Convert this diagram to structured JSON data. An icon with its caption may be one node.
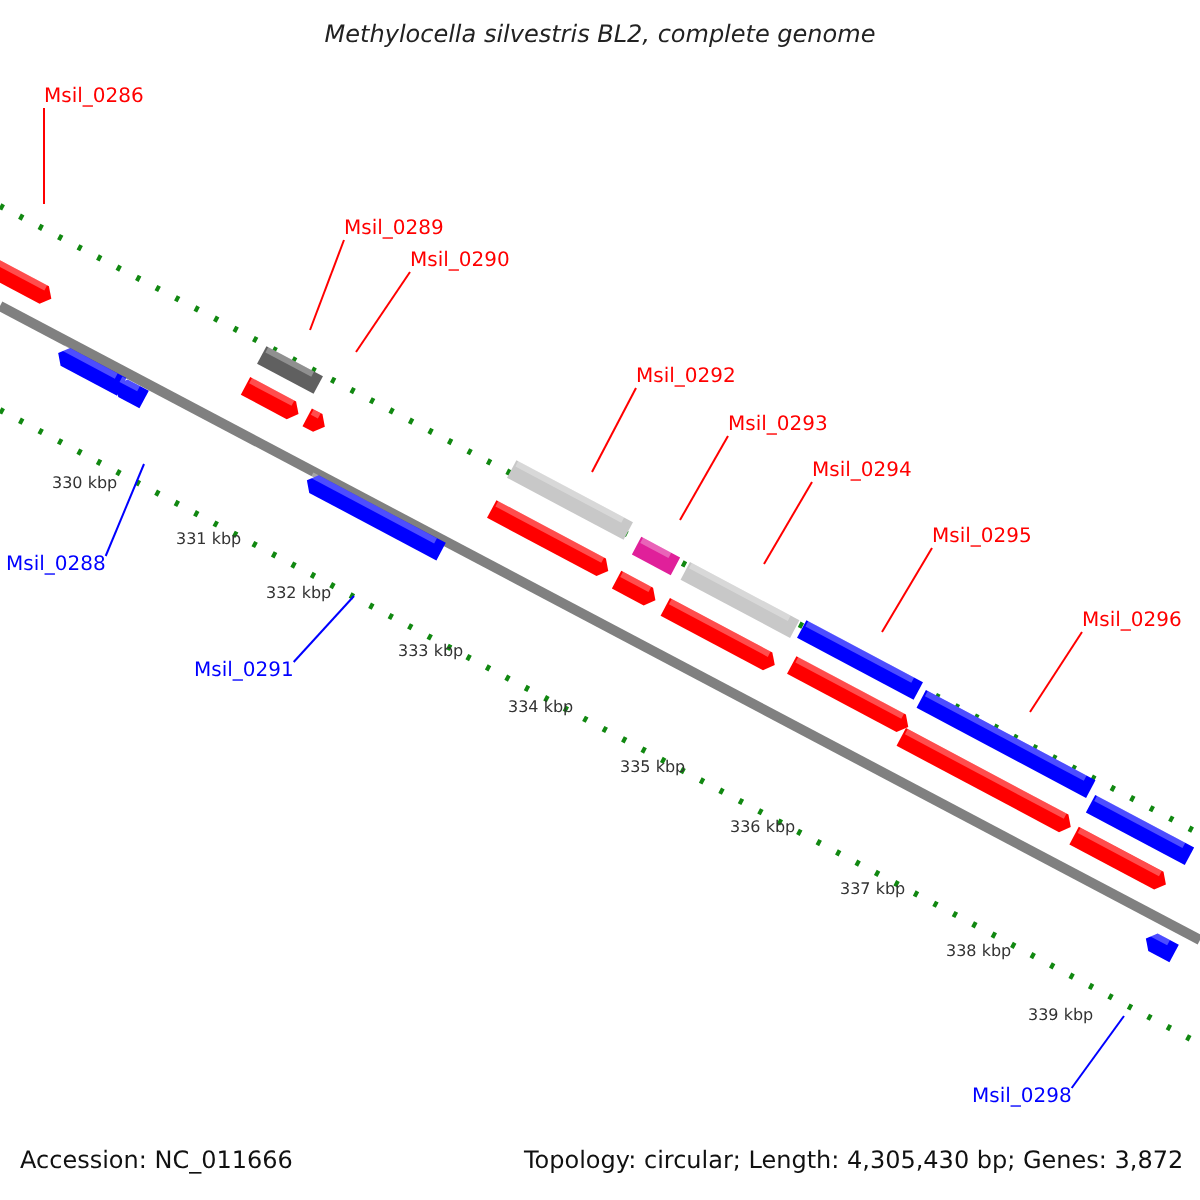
{
  "diagram": {
    "title": "Methylocella silvestris BL2, complete genome",
    "nodes": [
      {
        "text": [
          "Msil_0286"
        ]
      },
      {
        "text": [
          "Msil_0289"
        ]
      },
      {
        "text": [
          "Msil_0290"
        ]
      },
      {
        "text": [
          "Msil_0292"
        ]
      },
      {
        "text": [
          "Msil_0293"
        ]
      },
      {
        "text": [
          "Msil_0294"
        ]
      },
      {
        "text": [
          "Msil_0295"
        ]
      },
      {
        "text": [
          "Msil_0296"
        ]
      },
      {
        "text": [
          "Msil_0288"
        ]
      },
      {
        "text": [
          "Msil_0291"
        ]
      },
      {
        "text": [
          "Msil_0298"
        ]
      }
    ],
    "edges": [
      {
        "from": 0,
        "to": null,
        "arrow": "none"
      },
      {
        "from": 1,
        "to": null,
        "arrow": "none"
      },
      {
        "from": 2,
        "to": null,
        "arrow": "none"
      },
      {
        "from": 3,
        "to": null,
        "arrow": "none"
      },
      {
        "from": 4,
        "to": null,
        "arrow": "none"
      },
      {
        "from": 5,
        "to": null,
        "arrow": "none"
      },
      {
        "from": 6,
        "to": null,
        "arrow": "none"
      },
      {
        "from": 7,
        "to": null,
        "arrow": "none"
      },
      {
        "from": 8,
        "to": null,
        "arrow": "none",
        "color": "#0000ff"
      },
      {
        "from": 9,
        "to": null,
        "arrow": "none",
        "color": "#0000ff"
      },
      {
        "from": 10,
        "to": null,
        "arrow": "none",
        "color": "#0000ff"
      }
    ],
    "labels": [
      "330 kbp",
      "331 kbp",
      "332 kbp",
      "333 kbp",
      "334 kbp",
      "335 kbp",
      "336 kbp",
      "337 kbp",
      "338 kbp",
      "339 kbp",
      "Accession: NC_011666",
      "Topology: circular; Length: 4,305,430 bp; Genes: 3,872"
    ]
  }
}
